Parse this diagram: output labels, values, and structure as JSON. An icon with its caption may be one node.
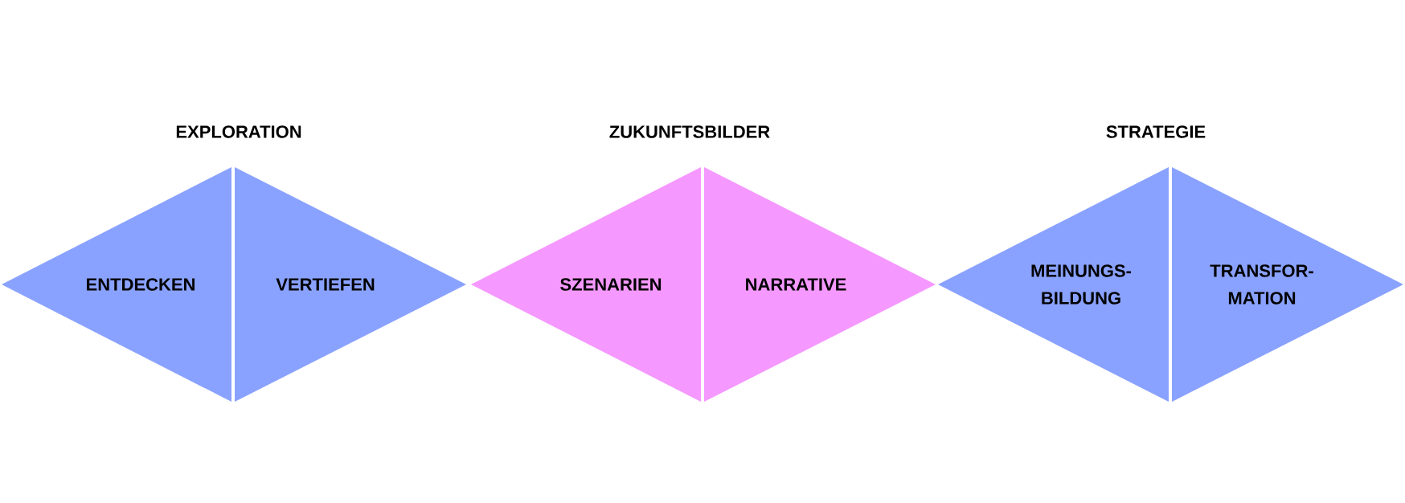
{
  "diagram": {
    "nodes": [
      {
        "text": [
          "ENTDECKEN"
        ]
      },
      {
        "text": [
          "VERTIEFEN"
        ]
      },
      {
        "text": [
          "SZENARIEN"
        ]
      },
      {
        "text": [
          "NARRATIVE"
        ]
      },
      {
        "text": [
          "MEINUNGS-BILDUNG"
        ]
      },
      {
        "text": [
          "TRANSFOR-MATION"
        ]
      }
    ],
    "labels": [
      "EXPLORATION",
      "ZUKUNFTSBILDER",
      "STRATEGIE"
    ]
  }
}
